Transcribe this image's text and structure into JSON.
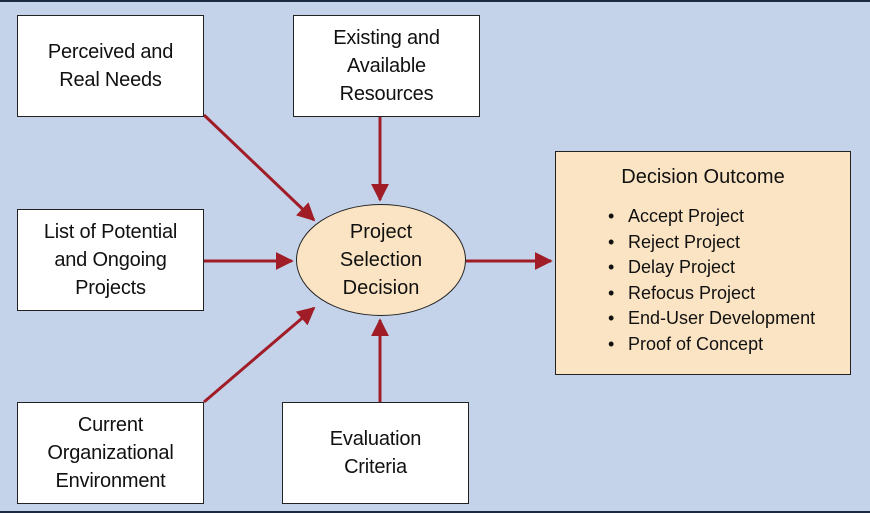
{
  "inputs": {
    "needs": "Perceived and\nReal Needs",
    "resources": "Existing and\nAvailable\nResources",
    "projects": "List of Potential\nand Ongoing\nProjects",
    "environment": "Current\nOrganizational\nEnvironment",
    "criteria": "Evaluation\nCriteria"
  },
  "decision": "Project\nSelection\nDecision",
  "outcome": {
    "title": "Decision Outcome",
    "items": [
      "Accept Project",
      "Reject Project",
      "Delay Project",
      "Refocus Project",
      "End-User Development",
      "Proof of Concept"
    ]
  },
  "colors": {
    "background": "#c4d3ea",
    "arrow": "#a01c26",
    "highlight_fill": "#fbe4c3",
    "box_fill": "#ffffff"
  }
}
